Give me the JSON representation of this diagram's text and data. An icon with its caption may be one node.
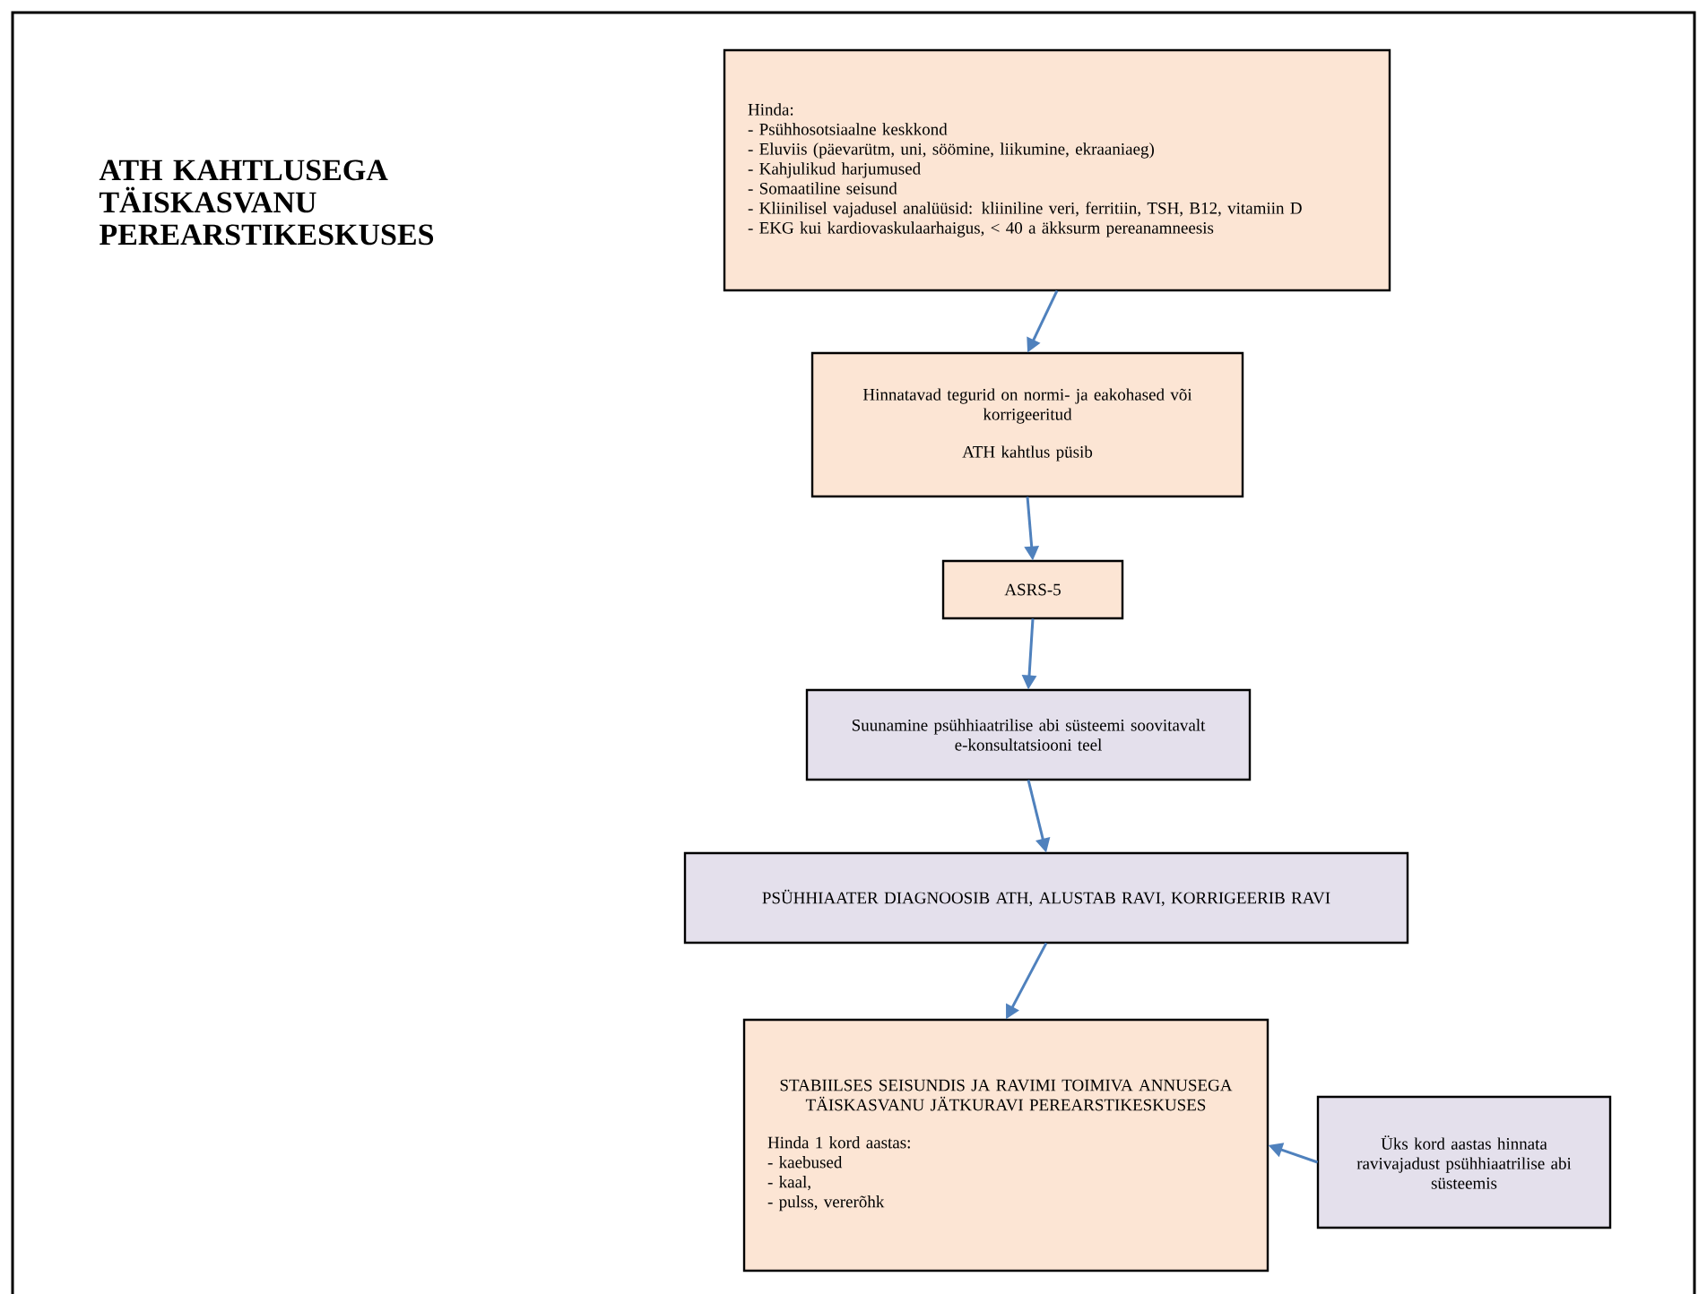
{
  "diagram": {
    "title": "ATH KAHTLUSEGA TÄISKASVANU PEREARSTIKESKUSES",
    "nodes": [
      {
        "text": [
          "Hinda:",
          "- Psühhosotsiaalne keskkond",
          "- Eluviis (päevarütm, uni, söömine, liikumine, ekraaniaeg)",
          "- Kahjulikud harjumused",
          "- Somaatiline seisund",
          "- Kliinilisel vajadusel analüüsid: kliiniline veri, ferritiin, TSH, B12, vitamiin D",
          "- EKG kui kardiovaskulaarhaigus, < 40 a äkksurm pereanamneesis"
        ]
      },
      {
        "text": [
          "Hinnatavad tegurid on normi- ja eakohased või korrigeeritud",
          "ATH kahtlus püsib"
        ]
      },
      {
        "text": [
          "ASRS-5"
        ]
      },
      {
        "text": [
          "Suunamine psühhiaatrilise abi süsteemi soovitavalt e-konsultatsiooni teel"
        ]
      },
      {
        "text": [
          "PSÜHHIAATER DIAGNOOSIB ATH,  ALUSTAB RAVI, KORRIGEERIB RAVI"
        ]
      },
      {
        "text": [
          "STABIILSES SEISUNDIS JA RAVIMI TOIMIVA ANNUSEGA TÄISKASVANU JÄTKURAVI PEREARSTIKESKUSES",
          "Hinda 1 kord aastas:",
          "- kaebused",
          "- kaal,",
          "- pulss, vererõhk"
        ]
      },
      {
        "text": [
          "Üks kord aastas hinnata ravivajadust psühhiaatrilise abi süsteemis"
        ]
      }
    ],
    "edges": [
      {
        "from": 0,
        "to": 1,
        "arrow": "to"
      },
      {
        "from": 1,
        "to": 2,
        "arrow": "to"
      },
      {
        "from": 2,
        "to": 3,
        "arrow": "to"
      },
      {
        "from": 3,
        "to": 4,
        "arrow": "to"
      },
      {
        "from": 4,
        "to": 5,
        "arrow": "to"
      },
      {
        "from": 6,
        "to": 5,
        "arrow": "to"
      }
    ]
  }
}
